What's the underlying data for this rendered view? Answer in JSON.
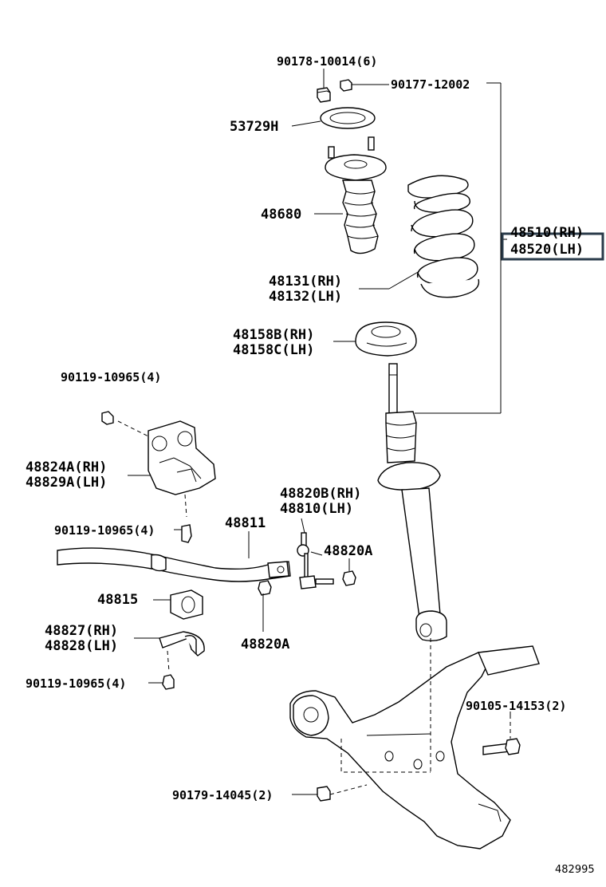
{
  "labels": {
    "p90178": "90178-10014(6)",
    "p90177": "90177-12002",
    "p53729": "53729H",
    "p48680": "48680",
    "p48510": "48510(RH)",
    "p48520": "48520(LH)",
    "p48131": "48131(RH)",
    "p48132": "48132(LH)",
    "p48158b": "48158B(RH)",
    "p48158c": "48158C(LH)",
    "p90119a": "90119-10965(4)",
    "p48824": "48824A(RH)",
    "p48829": "48829A(LH)",
    "p90119b": "90119-10965(4)",
    "p48811": "48811",
    "p48820b": "48820B(RH)",
    "p48810": "48810(LH)",
    "p48820a1": "48820A",
    "p48815": "48815",
    "p48827": "48827(RH)",
    "p48828": "48828(LH)",
    "p48820a2": "48820A",
    "p90119c": "90119-10965(4)",
    "p90105": "90105-14153(2)",
    "p90179": "90179-14045(2)"
  },
  "highlight": {
    "color": "#2a3b4a"
  },
  "reference": "482995"
}
